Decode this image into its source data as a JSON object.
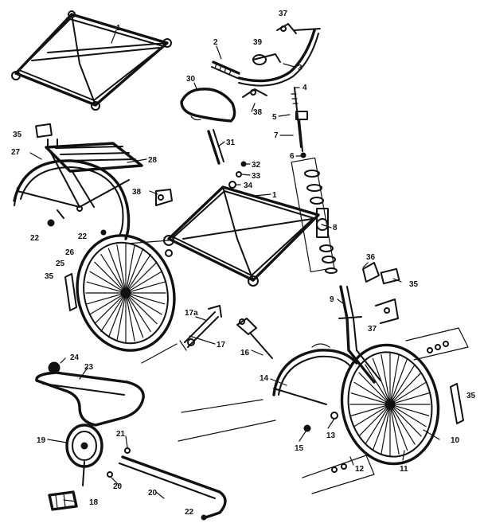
{
  "labels": {
    "l1a": "1",
    "l1b": "1",
    "l2": "2",
    "l3": "3",
    "l4": "4",
    "l5": "5",
    "l6": "6",
    "l7": "7",
    "l8": "8",
    "l9": "9",
    "l10": "10",
    "l11": "11",
    "l12": "12",
    "l13": "13",
    "l14": "14",
    "l15": "15",
    "l16": "16",
    "l17": "17",
    "l17a": "17a",
    "l18": "18",
    "l19": "19",
    "l20a": "20",
    "l20b": "20",
    "l21": "21",
    "l22a": "22",
    "l22b": "22",
    "l22c": "22",
    "l23": "23",
    "l24": "24",
    "l25": "25",
    "l26": "26",
    "l27": "27",
    "l28": "28",
    "l30": "30",
    "l31": "31",
    "l32": "32",
    "l33": "33",
    "l34": "34",
    "l35a": "35",
    "l35b": "35",
    "l35c": "35",
    "l36": "36",
    "l37a": "37",
    "l37b": "37",
    "l38a": "38",
    "l38b": "38",
    "l39": "39"
  }
}
